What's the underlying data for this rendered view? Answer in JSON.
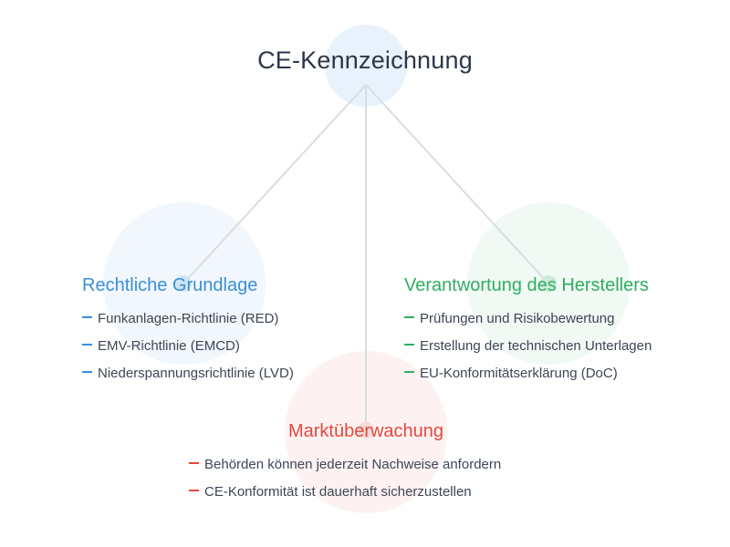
{
  "diagram": {
    "root": {
      "label": "CE-Kennzeichnung"
    },
    "colors": {
      "line": "#d9dde3",
      "blue": "#3a8fd6",
      "green": "#2fae62",
      "red": "#e2493f",
      "text": "#3d4656"
    },
    "branches": [
      {
        "title": "Rechtliche Grundlage",
        "color": "blue",
        "items": [
          "Funkanlagen-Richtlinie (RED)",
          "EMV-Richtlinie (EMCD)",
          "Niederspannungsrichtlinie (LVD)"
        ]
      },
      {
        "title": "Verantwortung des Herstellers",
        "color": "green",
        "items": [
          "Prüfungen und Risikobewertung",
          "Erstellung der technischen Unterlagen",
          "EU-Konformitätserklärung (DoC)"
        ]
      },
      {
        "title": "Marktüberwachung",
        "color": "red",
        "items": [
          "Behörden können jederzeit Nachweise anfordern",
          "CE-Konformität ist dauerhaft sicherzustellen"
        ]
      }
    ]
  }
}
